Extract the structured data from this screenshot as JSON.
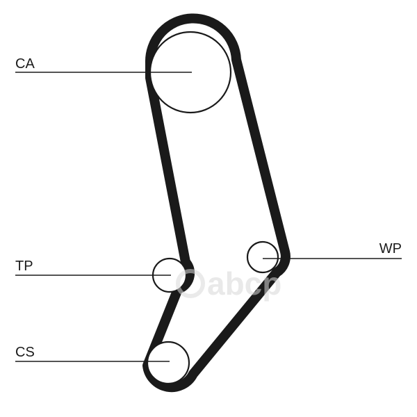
{
  "labels": {
    "ca": "CA",
    "tp": "TP",
    "wp": "WP",
    "cs": "CS"
  },
  "watermark": {
    "text": "abcp"
  },
  "colors": {
    "line": "#1a1a1a",
    "watermark": "#d8d8d8",
    "background": "#ffffff"
  }
}
